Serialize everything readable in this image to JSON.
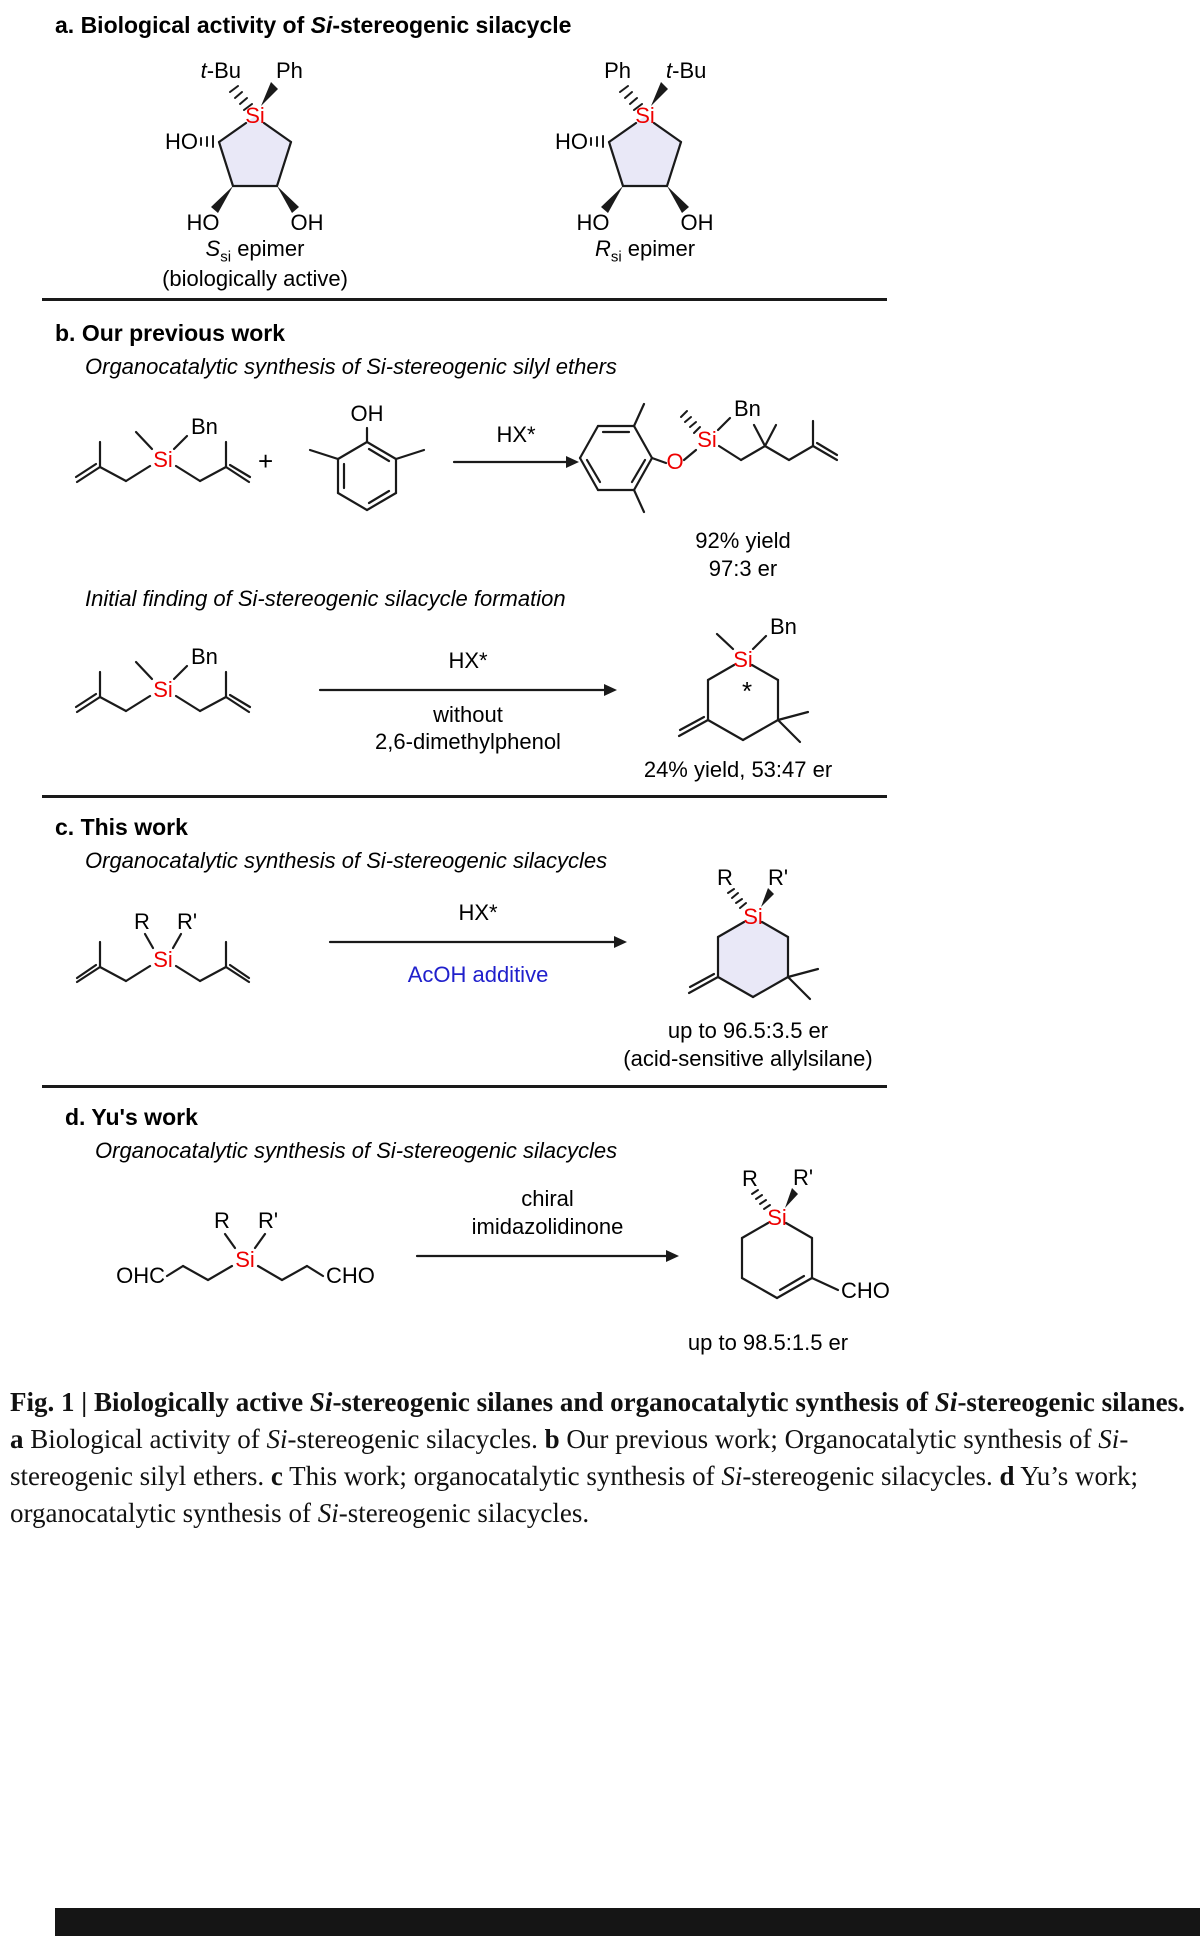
{
  "page": {
    "accent_red": "#ee0000",
    "accent_blue": "#2020cc",
    "ring_fill": "#e9e8f7"
  },
  "atoms": {
    "si": "Si",
    "ho": "HO",
    "oh": "OH",
    "o": "O",
    "t_italic": "t",
    "bu": "-Bu",
    "ph": "Ph",
    "bn": "Bn",
    "r": "R",
    "r_prime": "R'",
    "ohc": "OHC",
    "cho": "CHO",
    "plus": "+",
    "asterisk": "*"
  },
  "panel_a": {
    "title_prefix": "a. Biological activity of ",
    "title_si": "Si",
    "title_suffix": "-stereogenic silacycle",
    "left_label_italic": "S",
    "left_label_sub": "si",
    "left_label_rest": " epimer",
    "left_label_note": "(biologically active)",
    "right_label_italic": "R",
    "right_label_sub": "si",
    "right_label_rest": " epimer"
  },
  "panel_b": {
    "title": "b. Our previous work",
    "subtitle1": "Organocatalytic synthesis of Si-stereogenic silyl ethers",
    "reagent1": "HX*",
    "yield1_line1": "92% yield",
    "yield1_line2": "97:3 er",
    "subtitle2": "Initial finding of Si-stereogenic silacycle formation",
    "reagent2": "HX*",
    "without_line1": "without",
    "without_line2": "2,6-dimethylphenol",
    "yield2": "24% yield, 53:47 er"
  },
  "panel_c": {
    "title": "c. This work",
    "subtitle": "Organocatalytic synthesis of Si-stereogenic silacycles",
    "reagent": "HX*",
    "additive": "AcOH additive",
    "result_line1": "up to 96.5:3.5 er",
    "result_line2": "(acid-sensitive allylsilane)"
  },
  "panel_d": {
    "title": "d. Yu's work",
    "subtitle": "Organocatalytic synthesis of Si-stereogenic silacycles",
    "reagent_line1": "chiral",
    "reagent_line2": "imidazolidinone",
    "result": "up to 98.5:1.5 er"
  },
  "caption": {
    "segments": [
      {
        "text": "Fig. 1 | Biologically active ",
        "bold": true
      },
      {
        "text": "Si",
        "bold": true,
        "italic": true
      },
      {
        "text": "-stereogenic silanes and organocatalytic synthesis of ",
        "bold": true
      },
      {
        "text": "Si",
        "bold": true,
        "italic": true
      },
      {
        "text": "-stereogenic silanes. ",
        "bold": true
      },
      {
        "text": "a",
        "bold": true
      },
      {
        "text": " Biological activity of "
      },
      {
        "text": "Si",
        "italic": true
      },
      {
        "text": "-stereogenic silacycles. "
      },
      {
        "text": "b",
        "bold": true
      },
      {
        "text": " Our previous work; Organocatalytic synthesis of "
      },
      {
        "text": "Si",
        "italic": true
      },
      {
        "text": "-stereogenic silyl ethers. "
      },
      {
        "text": "c",
        "bold": true
      },
      {
        "text": " This work; organocatalytic synthesis of "
      },
      {
        "text": "Si",
        "italic": true
      },
      {
        "text": "-stereogenic silacycles. "
      },
      {
        "text": "d",
        "bold": true
      },
      {
        "text": " Yu’s work; organocatalytic synthesis of "
      },
      {
        "text": "Si",
        "italic": true
      },
      {
        "text": "-stereogenic silacycles."
      }
    ]
  }
}
